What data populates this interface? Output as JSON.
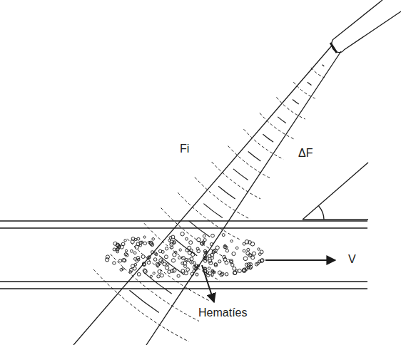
{
  "diagram": {
    "labels": [
      "Fi",
      "ΔF",
      "V",
      "Hematíes"
    ]
  }
}
